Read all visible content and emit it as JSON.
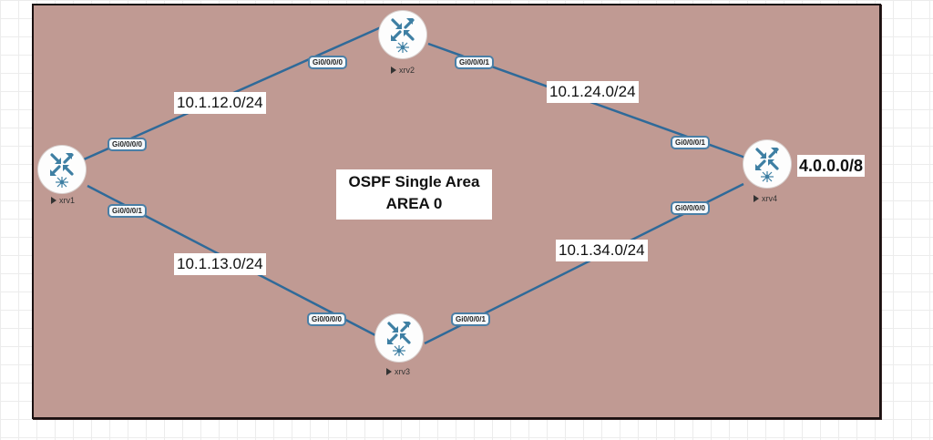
{
  "diagram": {
    "title_line1": "OSPF Single Area",
    "title_line2": "AREA 0",
    "background_color": "#c09a93",
    "link_color": "#2f6a99"
  },
  "nodes": [
    {
      "id": "xrv1",
      "label": "xrv1",
      "icon": "router-icon"
    },
    {
      "id": "xrv2",
      "label": "xrv2",
      "icon": "router-icon"
    },
    {
      "id": "xrv3",
      "label": "xrv3",
      "icon": "router-icon"
    },
    {
      "id": "xrv4",
      "label": "xrv4",
      "icon": "router-icon"
    }
  ],
  "links": [
    {
      "from": "xrv1",
      "to": "xrv2",
      "subnet": "10.1.12.0/24",
      "from_iface": "Gi0/0/0/0",
      "to_iface": "Gi0/0/0/0"
    },
    {
      "from": "xrv2",
      "to": "xrv4",
      "subnet": "10.1.24.0/24",
      "from_iface": "Gi0/0/0/1",
      "to_iface": "Gi0/0/0/1"
    },
    {
      "from": "xrv1",
      "to": "xrv3",
      "subnet": "10.1.13.0/24",
      "from_iface": "Gi0/0/0/1",
      "to_iface": "Gi0/0/0/0"
    },
    {
      "from": "xrv3",
      "to": "xrv4",
      "subnet": "10.1.34.0/24",
      "from_iface": "Gi0/0/0/1",
      "to_iface": "Gi0/0/0/0"
    }
  ],
  "annotations": {
    "xrv4_network": "4.0.0.0/8"
  }
}
